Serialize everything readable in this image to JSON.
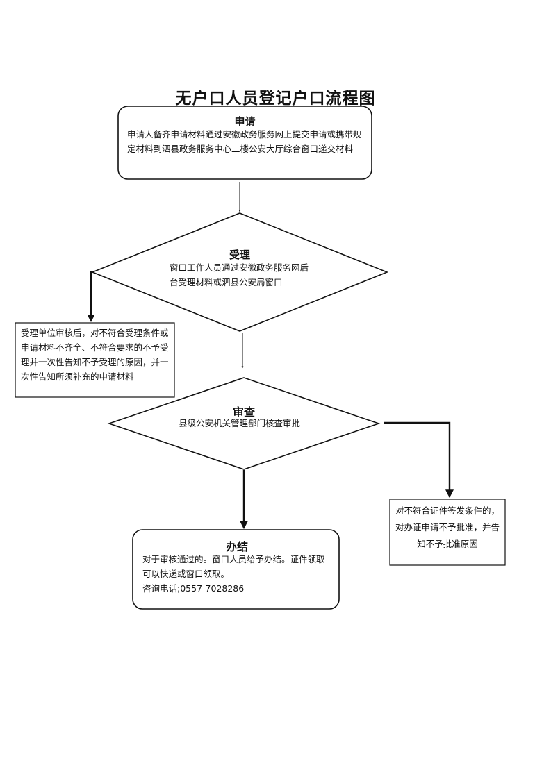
{
  "title": "无户口人员登记户口流程图",
  "steps": {
    "apply": {
      "heading": "申请",
      "text": "申请人备齐申请材料通过安徽政务服务网上提交申请或携带规定材料到泗县政务服务中心二楼公安大厅综合窗口递交材料"
    },
    "accept": {
      "heading": "受理",
      "text": "窗口工作人员通过安徽政务服务网后台受理材料或泗县公安局窗口"
    },
    "reject_accept": {
      "text": "受理单位审核后，对不符合受理条件或申请材料不齐全、不符合要求的不予受理并一次性告知不予受理的原因，并一次性告知所须补充的申请材料"
    },
    "review": {
      "heading": "审查",
      "text": "县级公安机关管理部门核查审批"
    },
    "reject_review": {
      "text": "对不符合证件签发条件的，对办证申请不予批准，并告知不予批准原因"
    },
    "finish": {
      "heading": "办结",
      "text": "对于审核通过的。窗口人员给予办结。证件领取可以快递或窗口领取。",
      "phone": "咨询电话;0557-7028286"
    }
  }
}
